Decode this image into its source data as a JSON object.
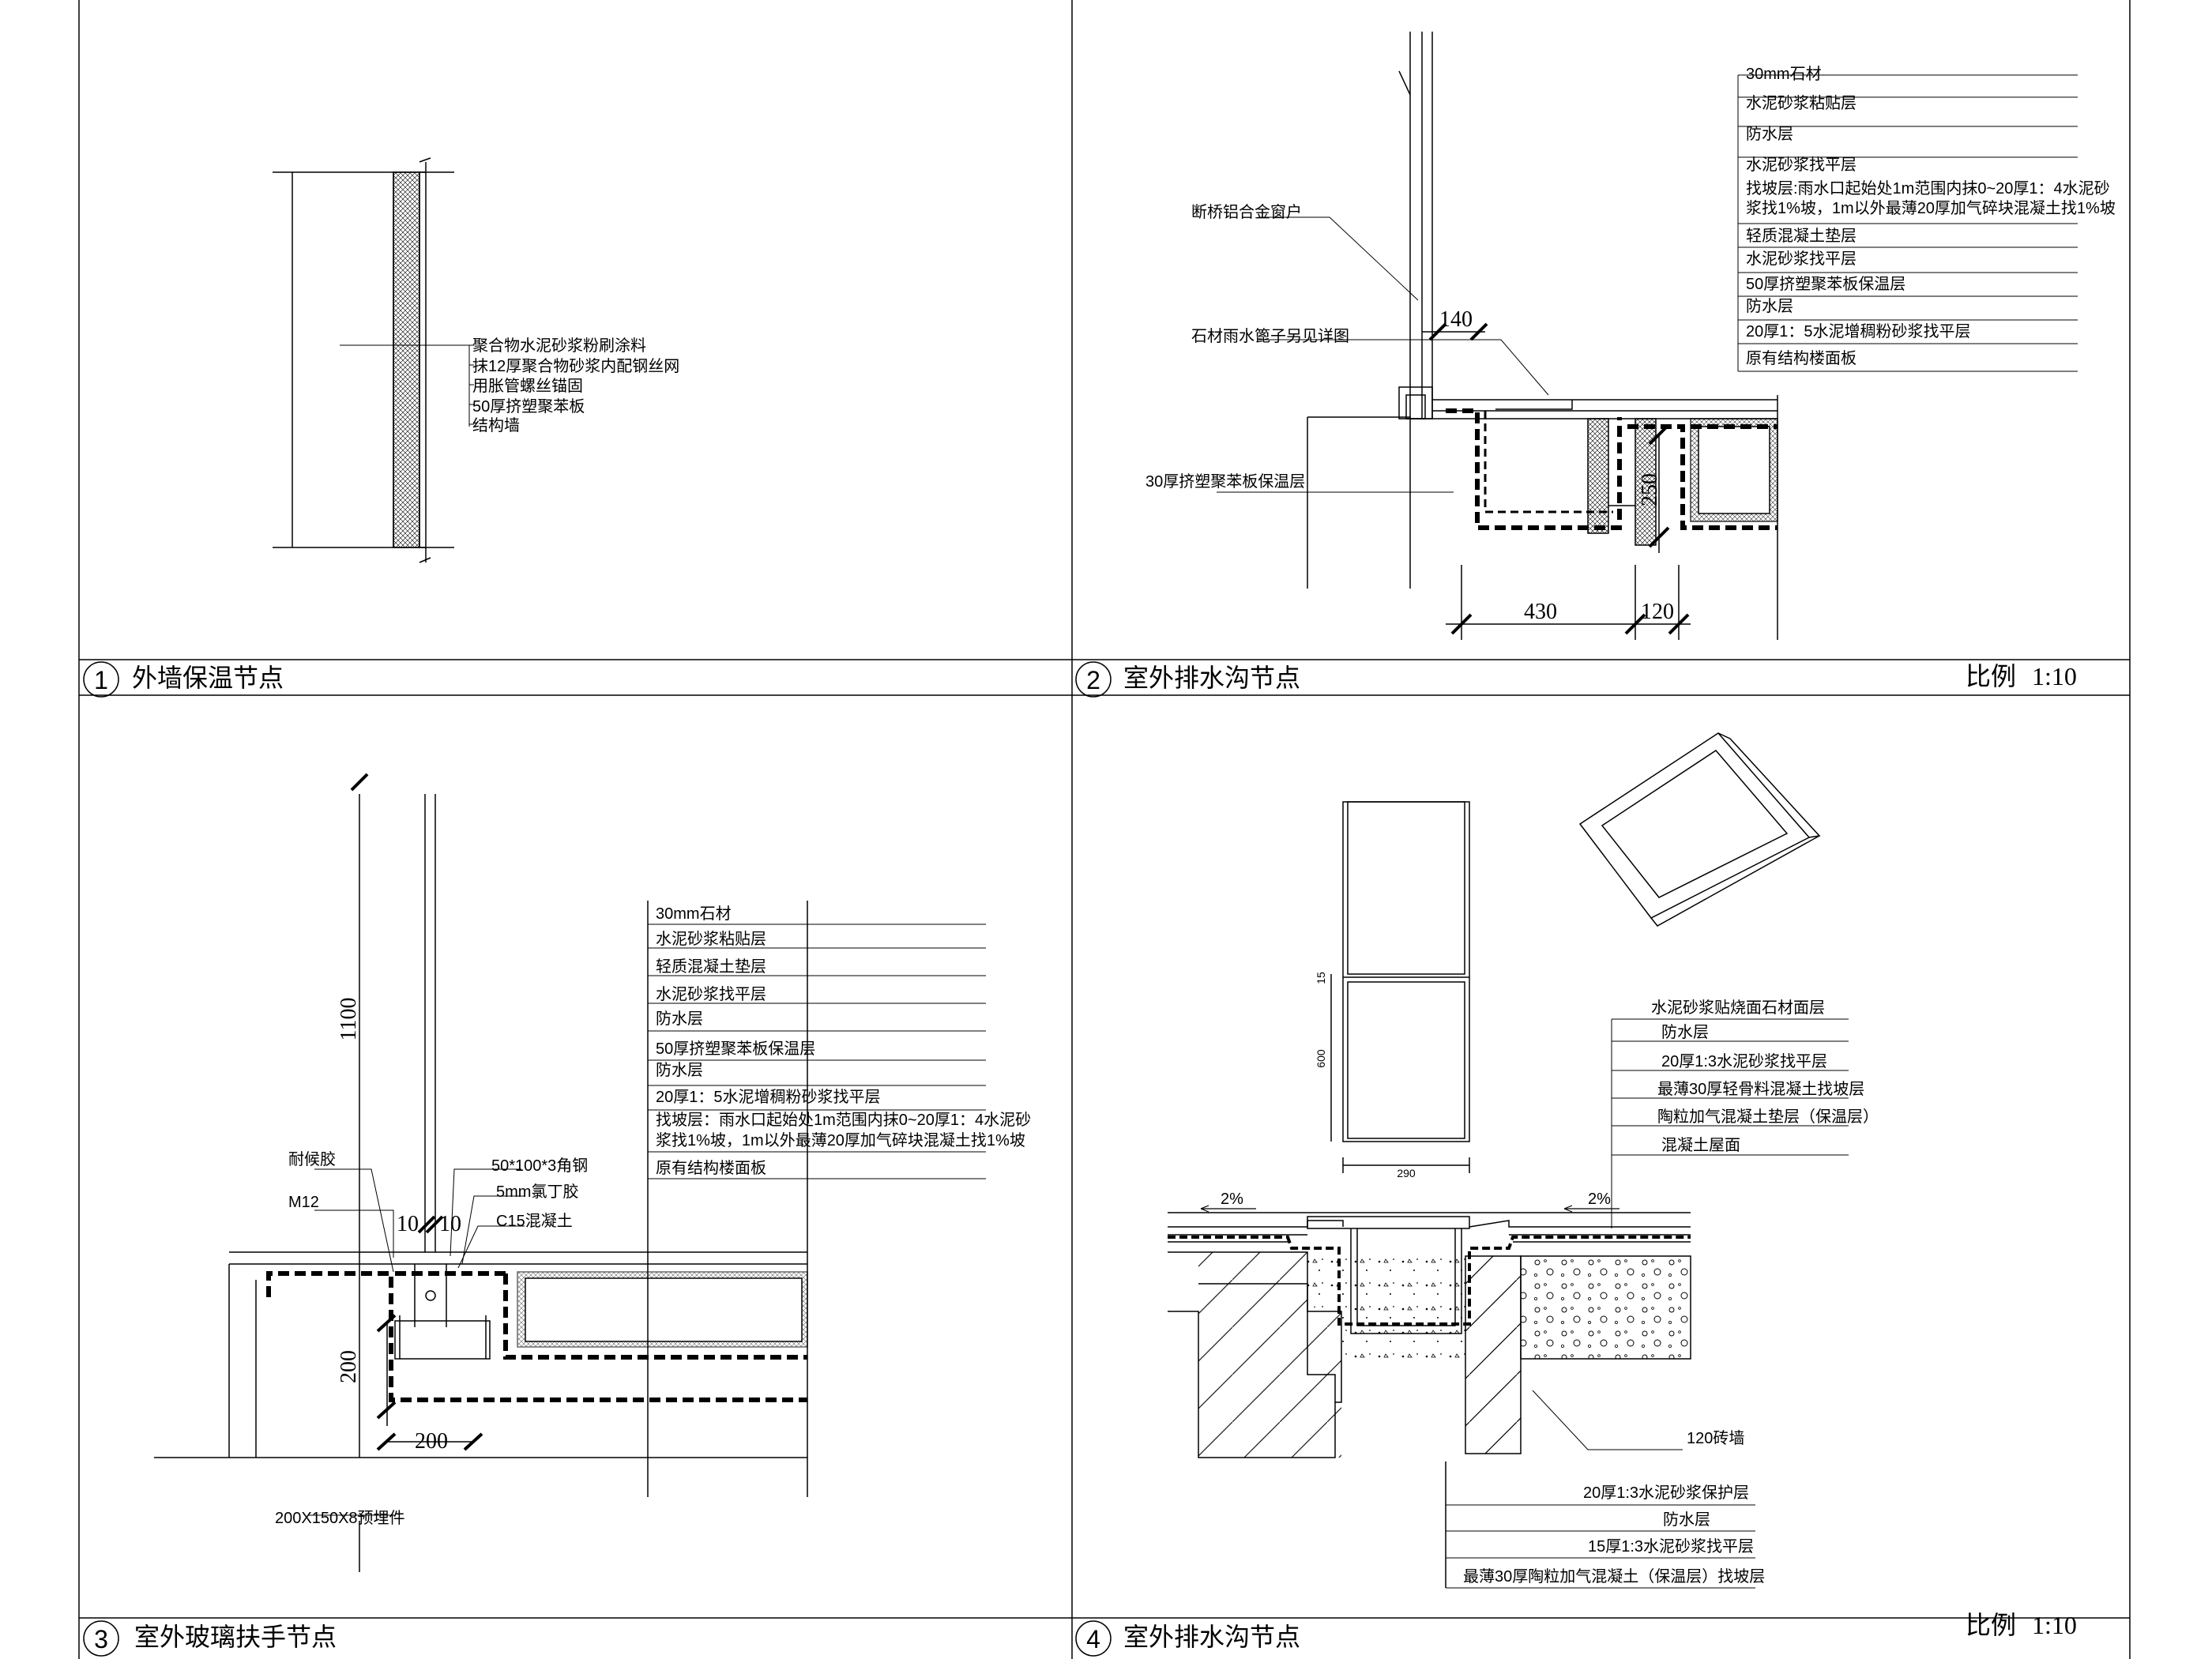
{
  "panels": [
    {
      "number": "1",
      "title": "外墙保温节点"
    },
    {
      "number": "2",
      "title": "室外排水沟节点"
    },
    {
      "number": "3",
      "title": "室外玻璃扶手节点"
    },
    {
      "number": "4",
      "title": "室外排水沟节点"
    }
  ],
  "scale": {
    "label": "比例",
    "value": "1:10"
  },
  "detail1": {
    "labels": [
      "聚合物水泥砂浆粉刷涂料",
      "抹12厚聚合物砂浆内配钢丝网",
      "用胀管螺丝锚固",
      "50厚挤塑聚苯板",
      "结构墙"
    ]
  },
  "detail2": {
    "layers": [
      "30mm石材",
      "水泥砂浆粘贴层",
      "防水层",
      "水泥砂浆找平层",
      "找坡层:雨水口起始处1m范围内抹0~20厚1：4水泥砂",
      "浆找1%坡，1m以外最薄20厚加气碎块混凝土找1%坡",
      "轻质混凝土垫层",
      "水泥砂浆找平层",
      "50厚挤塑聚苯板保温层",
      "防水层",
      "20厚1：5水泥增稠粉砂浆找平层",
      "原有结构楼面板"
    ],
    "window_label": "断桥铝合金窗户",
    "stone_label": "石材雨水篦子另见详图",
    "insulation_label": "30厚挤塑聚苯板保温层",
    "dims": [
      "140",
      "250",
      "430",
      "120"
    ]
  },
  "detail3": {
    "layers": [
      "30mm石材",
      "水泥砂浆粘贴层",
      "轻质混凝土垫层",
      "水泥砂浆找平层",
      "防水层",
      "50厚挤塑聚苯板保温层",
      "防水层",
      "20厚1：5水泥增稠粉砂浆找平层",
      "找坡层：雨水口起始处1m范围内抹0~20厚1：4水泥砂",
      "浆找1%坡，1m以外最薄20厚加气碎块混凝土找1%坡",
      "原有结构楼面板"
    ],
    "sealant_label": "耐候胶",
    "bolt_label": "M12",
    "angle_label": "50*100*3角钢",
    "rubber_label": "5mm氯丁胶",
    "concrete_label": "C15混凝土",
    "embed_label": "200X150X8预埋件",
    "dims": [
      "1100",
      "10",
      "10",
      "200",
      "200"
    ]
  },
  "detail4": {
    "upper_layers": [
      "水泥砂浆贴烧面石材面层",
      "防水层",
      "20厚1:3水泥砂浆找平层",
      "最薄30厚轻骨料混凝土找坡层",
      "陶粒加气混凝土垫层（保温层）",
      "混凝土屋面"
    ],
    "lower_layers": [
      "20厚1:3水泥砂浆保护层",
      "防水层",
      "15厚1:3水泥砂浆找平层",
      "最薄30厚陶粒加气混凝土（保温层）找坡层"
    ],
    "wall_label": "120砖墙",
    "slope_left": "2%",
    "slope_right": "2%",
    "dims": [
      "15",
      "600",
      "290"
    ]
  }
}
